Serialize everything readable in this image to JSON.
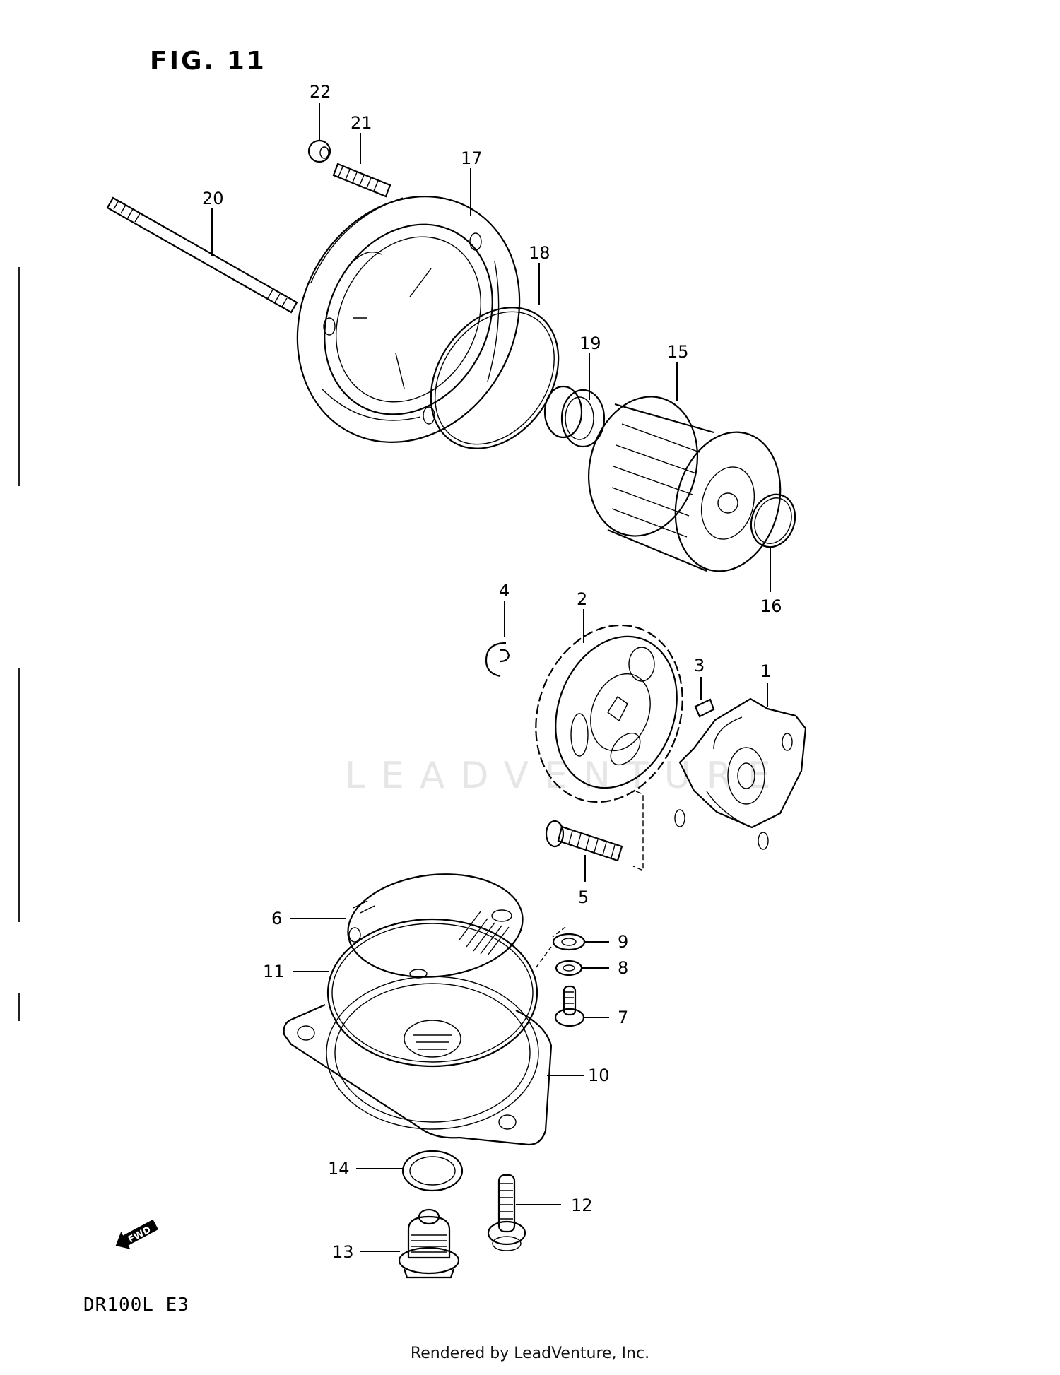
{
  "figure": {
    "title": "FIG. 11",
    "model_code": "DR100L E3",
    "direction_badge": "FWD",
    "watermark": "LEADVENTURE",
    "footer": "Rendered by LeadVenture, Inc."
  },
  "callouts": [
    {
      "id": "1",
      "label": "1"
    },
    {
      "id": "2",
      "label": "2"
    },
    {
      "id": "3",
      "label": "3"
    },
    {
      "id": "4",
      "label": "4"
    },
    {
      "id": "5",
      "label": "5"
    },
    {
      "id": "6",
      "label": "6"
    },
    {
      "id": "7",
      "label": "7"
    },
    {
      "id": "8",
      "label": "8"
    },
    {
      "id": "9",
      "label": "9"
    },
    {
      "id": "10",
      "label": "10"
    },
    {
      "id": "11",
      "label": "11"
    },
    {
      "id": "12",
      "label": "12"
    },
    {
      "id": "13",
      "label": "13"
    },
    {
      "id": "14",
      "label": "14"
    },
    {
      "id": "15",
      "label": "15"
    },
    {
      "id": "16",
      "label": "16"
    },
    {
      "id": "17",
      "label": "17"
    },
    {
      "id": "18",
      "label": "18"
    },
    {
      "id": "19",
      "label": "19"
    },
    {
      "id": "20",
      "label": "20"
    },
    {
      "id": "21",
      "label": "21"
    },
    {
      "id": "22",
      "label": "22"
    }
  ],
  "parts": {
    "pump_body": "oil-pump-body",
    "driven_gear": "oil-pump-driven-gear",
    "pin": "pin",
    "circlip": "e-clip",
    "pump_bolt": "pump-mounting-bolt",
    "strainer": "oil-strainer",
    "screw": "screw",
    "lock_washer": "lock-washer",
    "washer": "washer",
    "strainer_cap": "strainer-cap",
    "o_ring_large": "o-ring",
    "cap_bolt": "cap-bolt",
    "drain_plug": "drain-plug",
    "gasket": "gasket",
    "oil_filter": "oil-filter",
    "filter_o_ring": "filter-o-ring",
    "filter_cap": "filter-cap",
    "cap_o_ring": "cap-o-ring",
    "spring": "spring",
    "long_stud": "long-stud",
    "short_stud": "short-stud",
    "cap_nut": "cap-nut"
  }
}
